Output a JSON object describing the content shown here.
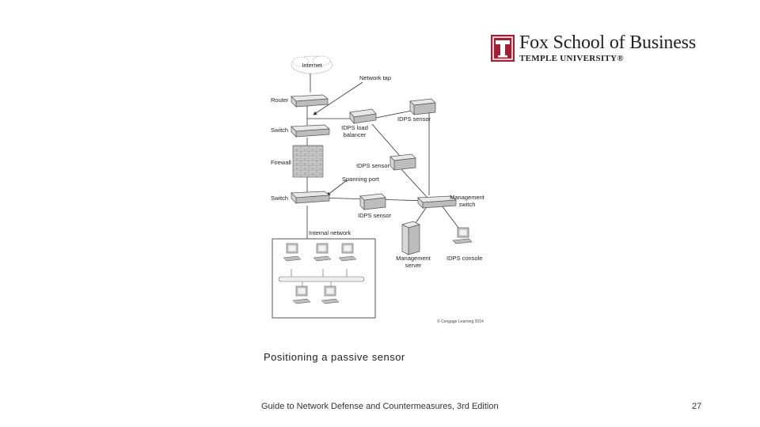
{
  "logo": {
    "title": "Fox School of Business",
    "subtitle": "TEMPLE UNIVERSITY®",
    "mark_color": "#9d2235"
  },
  "diagram": {
    "labels": {
      "internet": "Internet",
      "network_tap": "Network tap",
      "router": "Router",
      "switch_top": "Switch",
      "idps_load_balancer": "IDPS load\nbalancer",
      "idps_sensor_top": "IDPS sensor",
      "firewall": "Firewall",
      "idps_sensor_mid": "IDPS sensor",
      "spanning_port": "Spanning port",
      "switch_bottom": "Switch",
      "idps_sensor_bottom": "IDPS sensor",
      "management_switch": "Management\nswitch",
      "internal_network": "Internal network",
      "management_server": "Management\nserver",
      "idps_console": "IDPS console",
      "credit": "© Cengage Learning 2014"
    }
  },
  "caption": "Positioning a passive sensor",
  "footer": "Guide to Network Defense and Countermeasures, 3rd Edition",
  "page_number": "27"
}
